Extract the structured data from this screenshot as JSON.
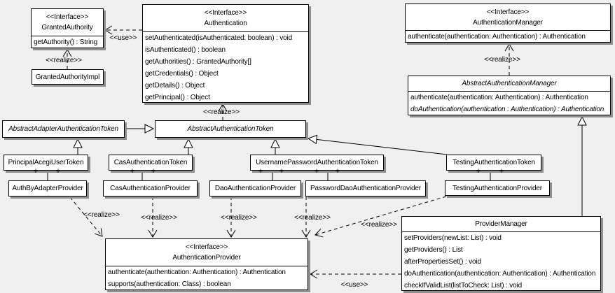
{
  "classes": {
    "granted_authority": {
      "stereotype": "<<Interface>>",
      "name": "GrantedAuthority",
      "methods": [
        "getAuthority() : String"
      ]
    },
    "granted_authority_impl": {
      "name": "GrantedAuthorityImpl"
    },
    "authentication": {
      "stereotype": "<<Interface>>",
      "name": "Authentication",
      "methods": [
        "setAuthenticated(isAuthenticated: boolean) : void",
        "isAuthenticated() : boolean",
        "getAuthorities() : GrantedAuthority[]",
        "getCredentials() : Object",
        "getDetails() : Object",
        "getPrincipal() : Object"
      ]
    },
    "authentication_manager": {
      "stereotype": "<<Interface>>",
      "name": "AuthenticationManager",
      "methods": [
        "authenticate(authentication: Authentication) : Authentication"
      ]
    },
    "abstract_authentication_manager": {
      "name": "AbstractAuthenticationManager",
      "methods": [
        "authenticate(authentication: Authentication) : Authentication",
        "doAuthentication(authentication : Authentication) : Authentication"
      ]
    },
    "abstract_adapter_authentication_token": {
      "name": "AbstractAdapterAuthenticationToken"
    },
    "abstract_authentication_token": {
      "name": "AbstractAuthenticationToken"
    },
    "principal_acegi_user_token": {
      "name": "PrincipalAcegiUserToken"
    },
    "cas_authentication_token": {
      "name": "CasAuthenticationToken"
    },
    "username_password_authentication_token": {
      "name": "UsernamePasswordAuthenticationToken"
    },
    "testing_authentication_token": {
      "name": "TestingAuthenticationToken"
    },
    "auth_by_adapter_provider": {
      "name": "AuthByAdapterProvider"
    },
    "cas_authentication_provider": {
      "name": "CasAuthenticationProvider"
    },
    "dao_authentication_provider": {
      "name": "DaoAuthenticationProvider"
    },
    "password_dao_authentication_provider": {
      "name": "PasswordDaoAuthenticationProvider"
    },
    "testing_authentication_provider": {
      "name": "TestingAuthenticationProvider"
    },
    "authentication_provider": {
      "stereotype": "<<Interface>>",
      "name": "AuthenticationProvider",
      "methods": [
        "authenticate(authentication: Authentication) : Authentication",
        "supports(authentication: Class) : boolean"
      ]
    },
    "provider_manager": {
      "name": "ProviderManager",
      "methods": [
        "setProviders(newList: List) : void",
        "getProviders() : List",
        "afterPropertiesSet() : void",
        "doAuthentication(authentication: Authentication) : Authentication",
        "checkIfValidList(listToCheck: List) : void"
      ]
    }
  },
  "edge_labels": {
    "use_granted": "<<use>>",
    "realize_granted_impl": "<<realize>>",
    "realize_token_auth": "<<realize>>",
    "realize_abstract_mgr": "<<realize>>",
    "realize_auth_by_adapter": "<<realize>>",
    "realize_cas": "<<realize>>",
    "realize_dao": "<<realize>>",
    "realize_password_dao": "<<realize>>",
    "realize_testing": "<<realize>>",
    "use_provider_mgr": "<<use>>"
  },
  "plus": "+",
  "colors": {
    "background": "#f0f0f0",
    "box_fill": "#ffffff",
    "line": "#000000",
    "shadow": "#8f8f8f"
  }
}
